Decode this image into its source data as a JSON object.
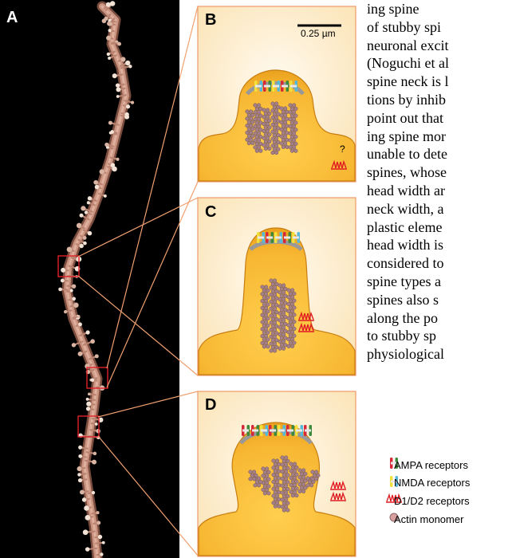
{
  "figure": {
    "panel_labels": [
      "A",
      "B",
      "C",
      "D"
    ],
    "scale_bar": "0.25 µm",
    "question_mark": "?",
    "colors": {
      "dendrite": "#c48a74",
      "spine_body": "#f7b733",
      "panel_bg": "#fdf0d4",
      "actin": "#9c7f86",
      "membrane": "#999999",
      "ampa_red": "#d62839",
      "ampa_green": "#3d8a3d",
      "nmda_yellow": "#f2e13a",
      "nmda_cyan": "#56b8d8",
      "d1d2_red": "#e01c24",
      "line_orange": "#f0a070"
    }
  },
  "body_text": [
    "ing spine",
    "of stubby spi",
    "neuronal excit",
    "(Noguchi et al",
    "spine neck is l",
    "tions by inhib",
    "point out that",
    "ing spine mor",
    "unable to dete",
    "spines, whose",
    "head width ar",
    "neck width, a",
    "plastic eleme",
    "head width is",
    "considered to",
    "spine types a",
    "spines also s",
    "along the po",
    "to stubby sp",
    "physiological"
  ],
  "legend": [
    {
      "icon": "ampa-receptor-icon",
      "label": "AMPA receptors"
    },
    {
      "icon": "nmda-receptor-icon",
      "label": "NMDA receptors"
    },
    {
      "icon": "d1d2-receptor-icon",
      "label": "D1/D2 receptors"
    },
    {
      "icon": "actin-monomer-icon",
      "label": "Actin monomer"
    }
  ]
}
